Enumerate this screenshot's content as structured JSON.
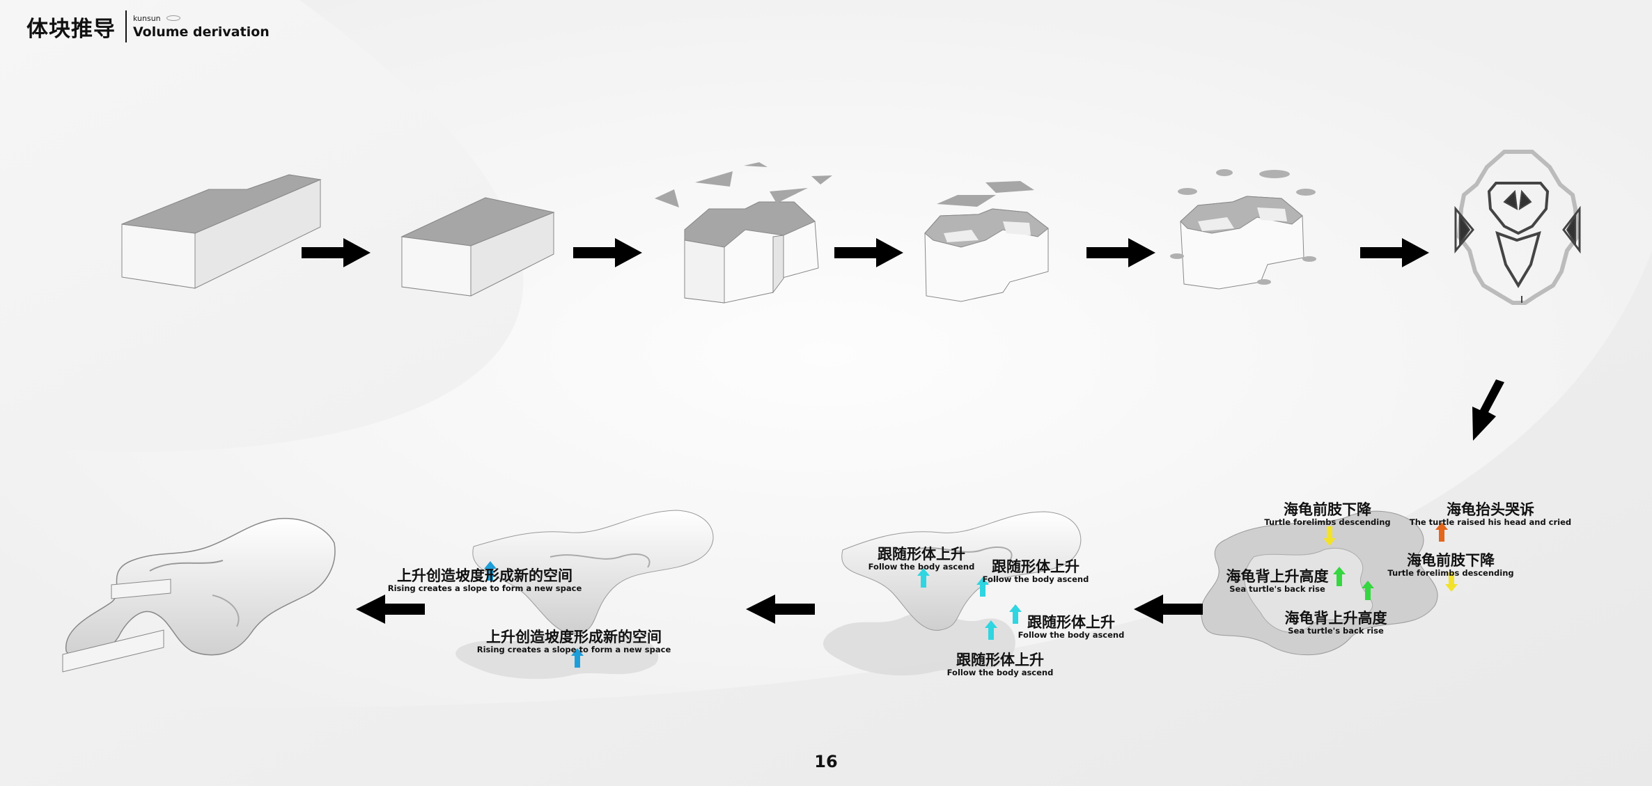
{
  "header": {
    "title_cn": "体块推导",
    "brand_small": "kunsun",
    "title_en": "Volume derivation"
  },
  "labels": [
    {
      "id": "l1",
      "cn": "海龟前肢下降",
      "en": "Turtle forelimbs descending",
      "arrow": "#f3e22a"
    },
    {
      "id": "l2",
      "cn": "海龟抬头哭诉",
      "en": "The turtle raised his head and cried",
      "arrow": "#e2661c"
    },
    {
      "id": "l3",
      "cn": "海龟前肢下降",
      "en": "Turtle forelimbs descending",
      "arrow": "#f3e22a"
    },
    {
      "id": "l4",
      "cn": "海龟背上升高度",
      "en": "Sea turtle's back rise",
      "arrow": "#35d640"
    },
    {
      "id": "l5",
      "cn": "海龟背上升高度",
      "en": "Sea turtle's back rise",
      "arrow": "#35d640"
    },
    {
      "id": "l6",
      "cn": "跟随形体上升",
      "en": "Follow the body ascend",
      "arrow": "#2fd5e0"
    },
    {
      "id": "l7",
      "cn": "跟随形体上升",
      "en": "Follow the body ascend",
      "arrow": "#2fd5e0"
    },
    {
      "id": "l8",
      "cn": "跟随形体上升",
      "en": "Follow the body ascend",
      "arrow": "#2fd5e0"
    },
    {
      "id": "l9",
      "cn": "跟随形体上升",
      "en": "Follow the body ascend",
      "arrow": "#2fd5e0"
    },
    {
      "id": "l10",
      "cn": "上升创造坡度形成新的空间",
      "en": "Rising creates a slope to form a new space",
      "arrow": "#1e9ed8"
    },
    {
      "id": "l11",
      "cn": "上升创造坡度形成新的空间",
      "en": "Rising creates a slope to form a new space",
      "arrow": "#1e9ed8"
    }
  ],
  "page_number": "16"
}
